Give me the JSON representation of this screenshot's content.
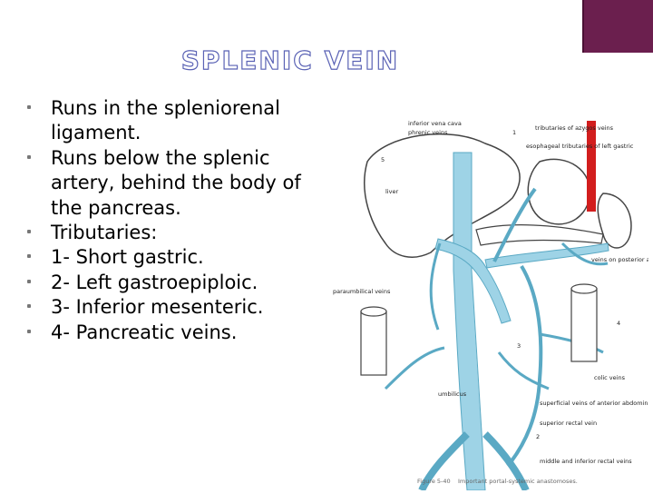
{
  "slide": {
    "title": "SPLENIC VEIN",
    "bullets": [
      "Runs in the spleniorenal ligament.",
      "Runs below the splenic artery, behind the body of the pancreas.",
      "Tributaries:",
      "1- Short gastric.",
      "2- Left gastroepiploic.",
      "3- Inferior mesenteric.",
      "4- Pancreatic veins."
    ]
  },
  "figure": {
    "labels": {
      "ivc": "inferior vena cava",
      "phrenic": "phrenic veins",
      "trib_azygos": "tributaries of azygos veins",
      "esoph": "esophageal tributaries of left gastric",
      "liver": "liver",
      "posterior_wall": "veins on posterior abdominal wall",
      "paraumbilical": "paraumbilical veins",
      "umbilicus": "umbilicus",
      "colic": "colic veins",
      "superficial": "superficial veins of anterior abdominal wall",
      "sup_rectal": "superior rectal vein",
      "rectal": "middle and inferior rectal veins",
      "n1": "1",
      "n2": "2",
      "n3": "3",
      "n4": "4",
      "n5": "5"
    },
    "caption_label": "Figure 5-40",
    "caption_text": "Important portal-systemic anastomoses.",
    "colors": {
      "vein": "#9ed3e6",
      "vein_stroke": "#5aa9c4",
      "accent_red": "#d21e1e",
      "outline": "#444444"
    }
  }
}
